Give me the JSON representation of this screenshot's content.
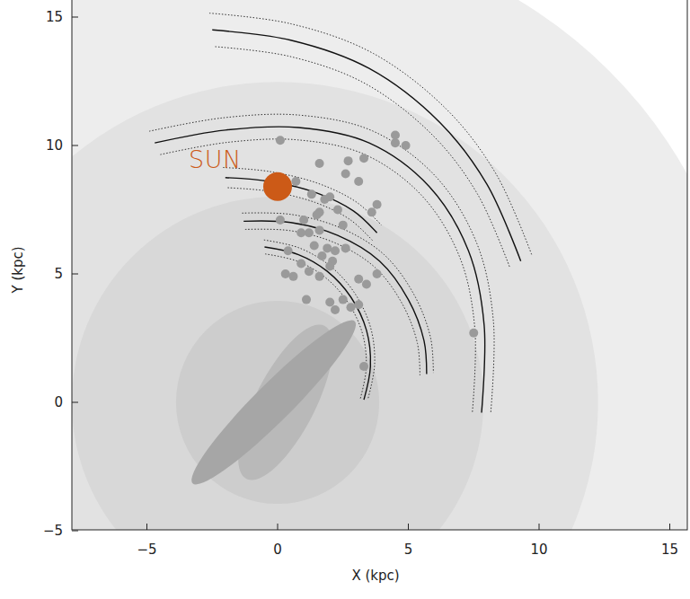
{
  "diagram": {
    "labels": [
      "SUN",
      "15",
      "10",
      "5",
      "0",
      "−5",
      "−5",
      "0",
      "5",
      "10",
      "15",
      "Y (kpc)",
      "X (kpc)"
    ]
  }
}
